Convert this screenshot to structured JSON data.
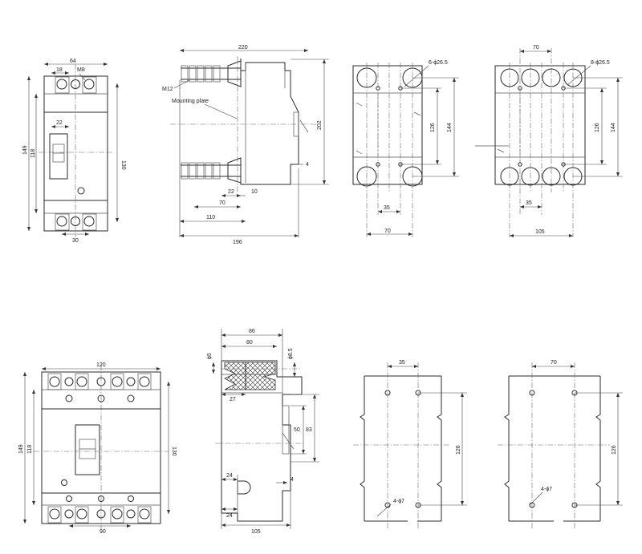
{
  "view1": {
    "d64": "64",
    "d18": "18",
    "m8": "M8",
    "d22": "22",
    "d149": "149",
    "d118": "118",
    "d130": "130",
    "d30": "30"
  },
  "view2": {
    "d220": "220",
    "m12": "M12",
    "mounting_plate": "Mounting plate",
    "d202": "202",
    "d4": "4",
    "d22": "22",
    "d10": "10",
    "d70": "70",
    "d110": "110",
    "d196": "196"
  },
  "view3": {
    "holes": "6-ϕ26.5",
    "d126": "126",
    "d144": "144",
    "d35": "35",
    "d70": "70"
  },
  "view4": {
    "d70": "70",
    "holes": "8-ϕ26.5",
    "d126": "126",
    "d144": "144",
    "d35": "35",
    "d105": "105"
  },
  "view5": {
    "d120": "120",
    "d149": "149",
    "d118": "118",
    "d130": "130",
    "d90": "90"
  },
  "view6": {
    "d86": "86",
    "d80": "80",
    "phi5": "ϕ5",
    "phi85": "ϕ8.5",
    "d27": "27",
    "d83": "83",
    "d50": "50",
    "d24a": "24",
    "d4": "4",
    "d24b": "24",
    "d105": "105"
  },
  "view7": {
    "d35": "35",
    "d126": "126",
    "holes": "4-ϕ7"
  },
  "view8": {
    "d70": "70",
    "d126": "126",
    "holes": "4-ϕ7"
  }
}
